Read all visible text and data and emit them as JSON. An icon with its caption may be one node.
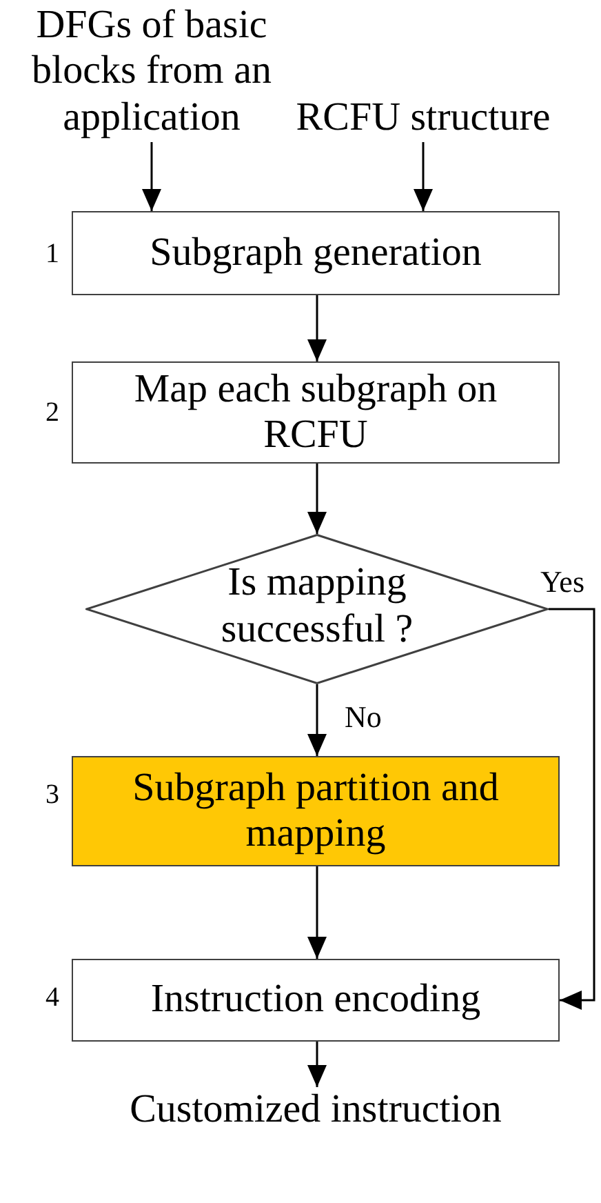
{
  "diagram": {
    "nodes": [
      {
        "text": [
          "DFGs of basic blocks from an application"
        ]
      },
      {
        "text": [
          "RCFU structure"
        ]
      },
      {
        "text": [
          "Subgraph generation"
        ],
        "beside": [
          "1"
        ]
      },
      {
        "text": [
          "Map each subgraph on RCFU"
        ],
        "beside": [
          "2"
        ]
      },
      {
        "text": [
          "Is mapping successful ?"
        ]
      },
      {
        "text": [
          "Subgraph partition and mapping"
        ],
        "beside": [
          "3"
        ]
      },
      {
        "text": [
          "Instruction encoding"
        ],
        "beside": [
          "4"
        ]
      },
      {
        "text": [
          "Customized instruction"
        ]
      }
    ],
    "edges": [
      {
        "from": 0,
        "to": 2,
        "arrow": "to"
      },
      {
        "from": 1,
        "to": 2,
        "arrow": "to"
      },
      {
        "from": 2,
        "to": 3,
        "arrow": "to"
      },
      {
        "from": 3,
        "to": 4,
        "arrow": "to"
      },
      {
        "from": 4,
        "to": 5,
        "arrow": "to",
        "label": "No"
      },
      {
        "from": 5,
        "to": 6,
        "arrow": "to"
      },
      {
        "from": 4,
        "to": 6,
        "arrow": "to",
        "label": "Yes"
      },
      {
        "from": 6,
        "to": 7,
        "arrow": "to"
      }
    ]
  }
}
